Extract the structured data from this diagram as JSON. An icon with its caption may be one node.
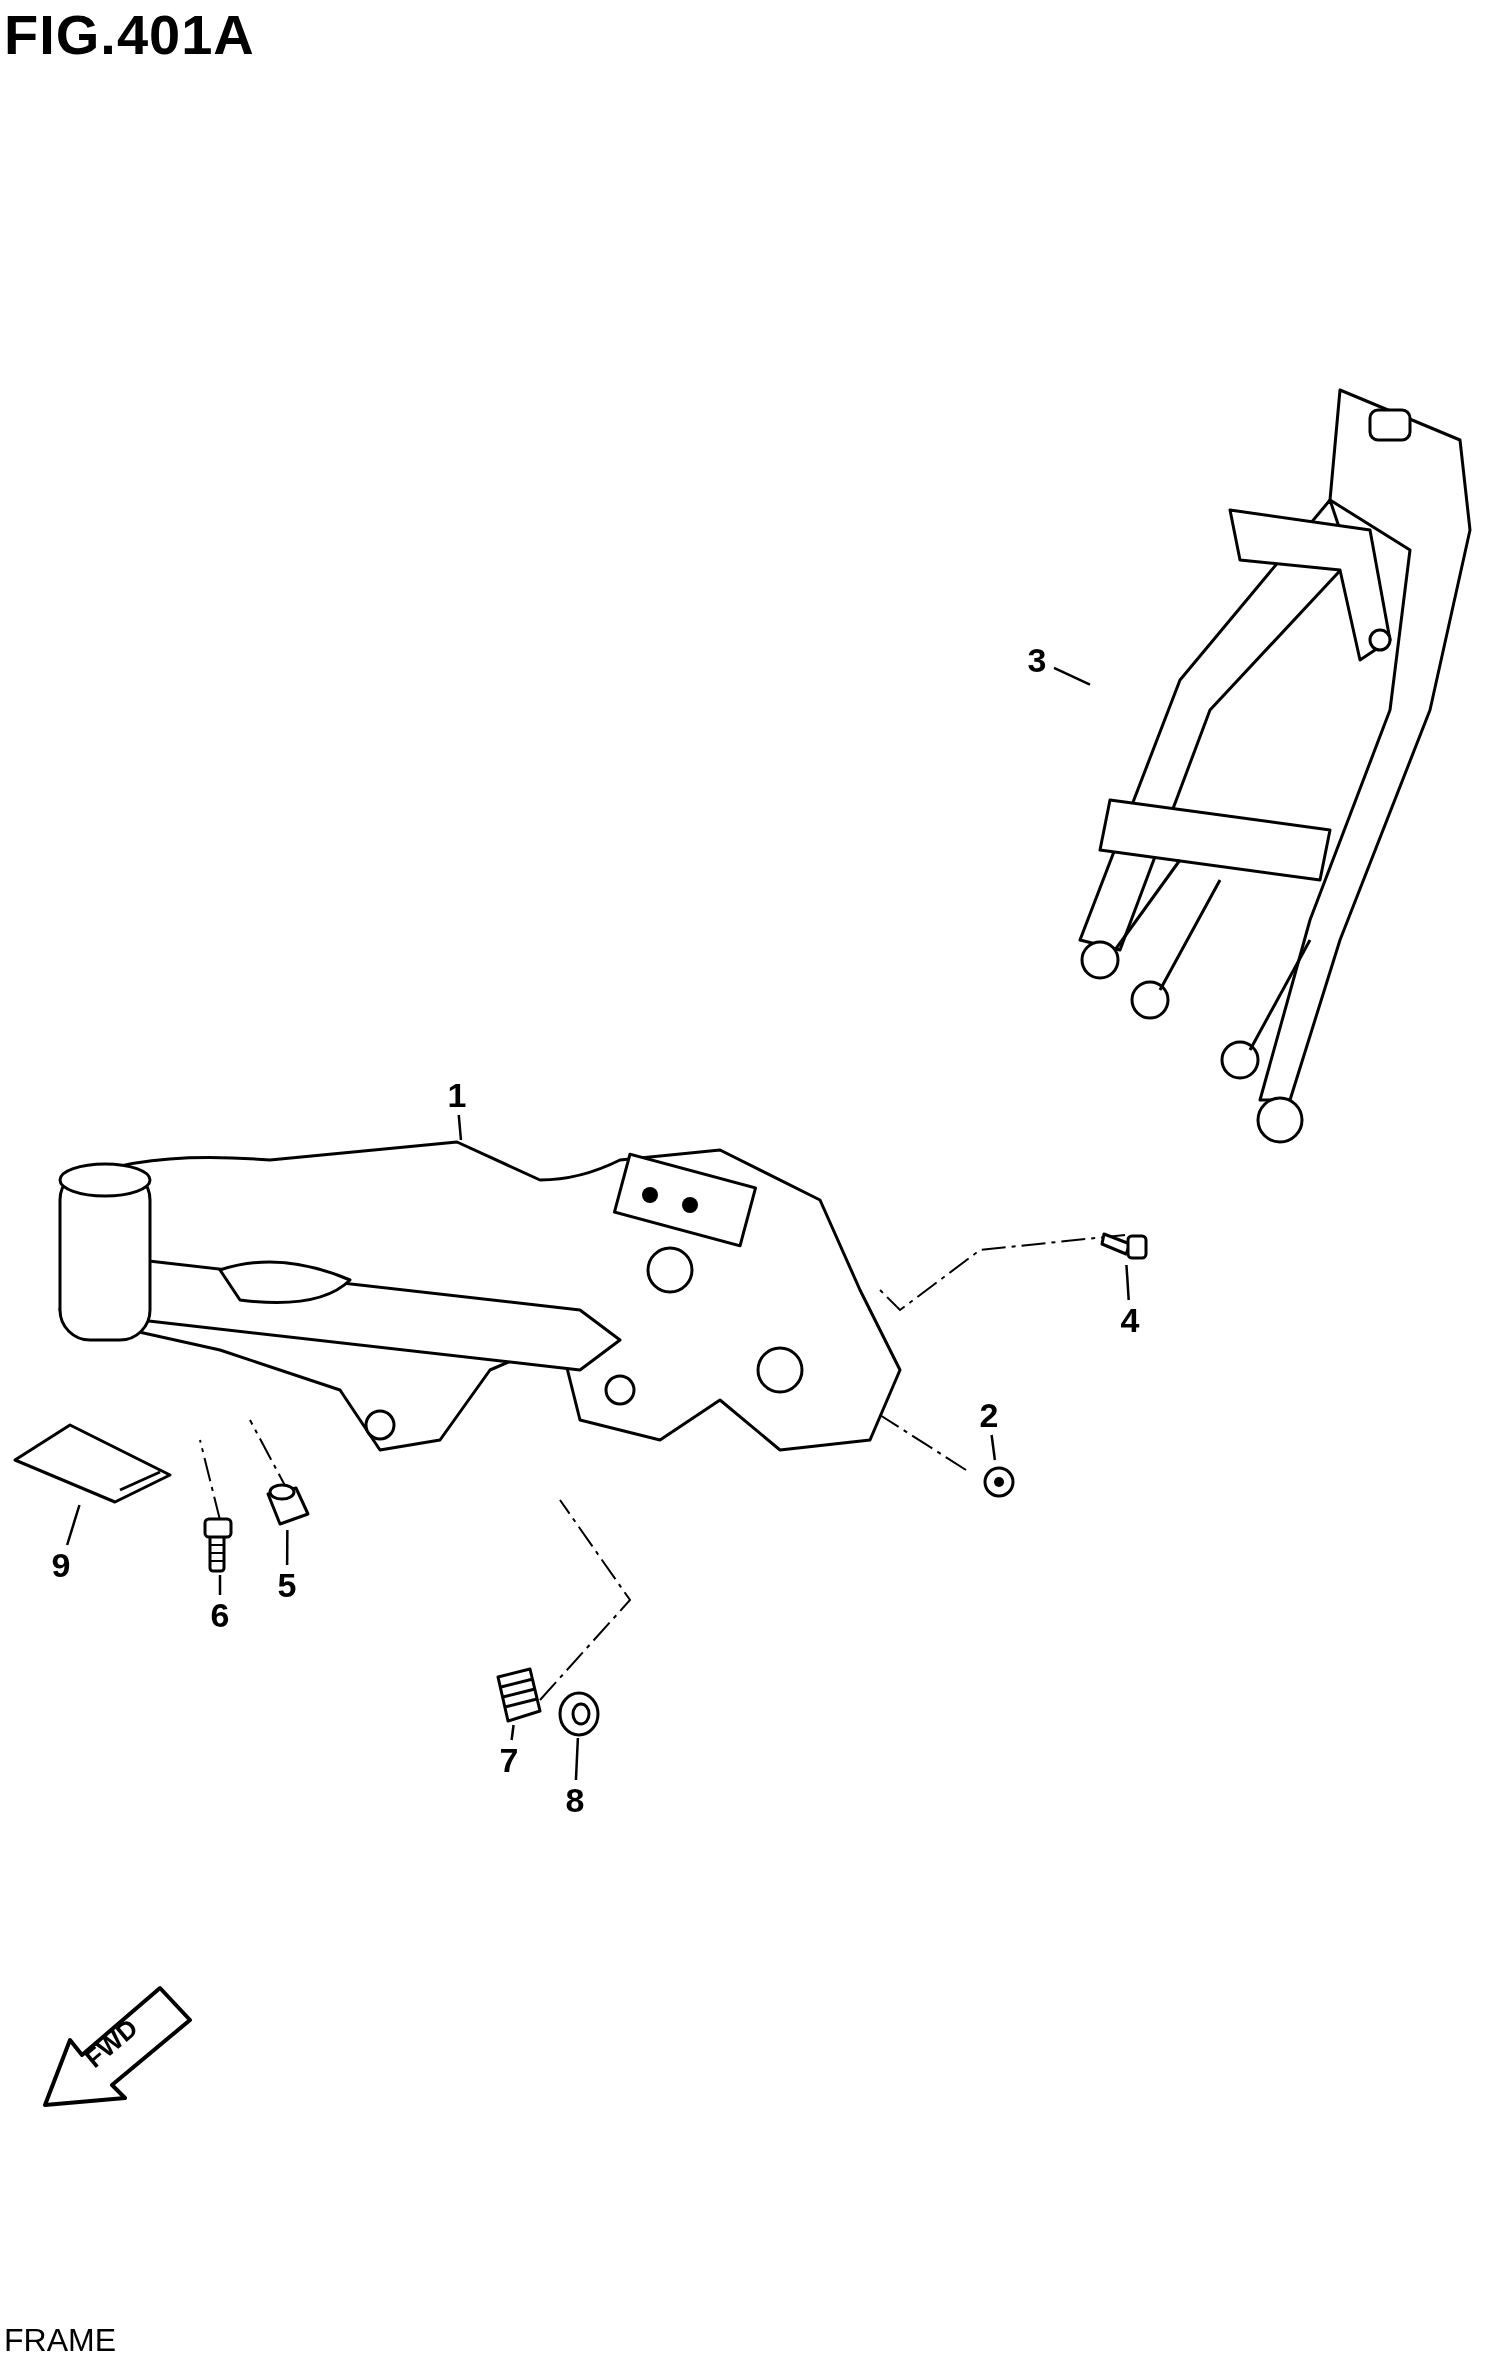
{
  "diagram": {
    "title": "FIG.401A",
    "caption": "FRAME",
    "nodes": [
      {
        "text": [
          "1"
        ]
      },
      {
        "text": [],
        "shape": "picture"
      },
      {
        "text": [
          "3"
        ]
      },
      {
        "text": [],
        "shape": "picture"
      },
      {
        "text": [
          "4"
        ]
      },
      {
        "text": [],
        "shape": "picture"
      },
      {
        "text": [
          "2"
        ]
      },
      {
        "text": [],
        "shape": "picture"
      },
      {
        "text": [
          "9"
        ]
      },
      {
        "text": [],
        "shape": "picture"
      },
      {
        "text": [
          "6"
        ]
      },
      {
        "text": [],
        "shape": "picture"
      },
      {
        "text": [
          "5"
        ]
      },
      {
        "text": [],
        "shape": "picture"
      },
      {
        "text": [
          "7"
        ]
      },
      {
        "text": [],
        "shape": "picture"
      },
      {
        "text": [
          "8"
        ]
      },
      {
        "text": [],
        "shape": "picture"
      }
    ],
    "edges": [
      {
        "from": 0,
        "to": 1,
        "arrow": "none"
      },
      {
        "from": 2,
        "to": 3,
        "arrow": "none"
      },
      {
        "from": 4,
        "to": 5,
        "arrow": "none"
      },
      {
        "from": 6,
        "to": 7,
        "arrow": "none"
      },
      {
        "from": 8,
        "to": 9,
        "arrow": "none"
      },
      {
        "from": 10,
        "to": 11,
        "arrow": "none"
      },
      {
        "from": 12,
        "to": 13,
        "arrow": "none"
      },
      {
        "from": 14,
        "to": 15,
        "arrow": "none"
      },
      {
        "from": 16,
        "to": 17,
        "arrow": "none"
      }
    ],
    "labels": [
      "FWD"
    ]
  }
}
